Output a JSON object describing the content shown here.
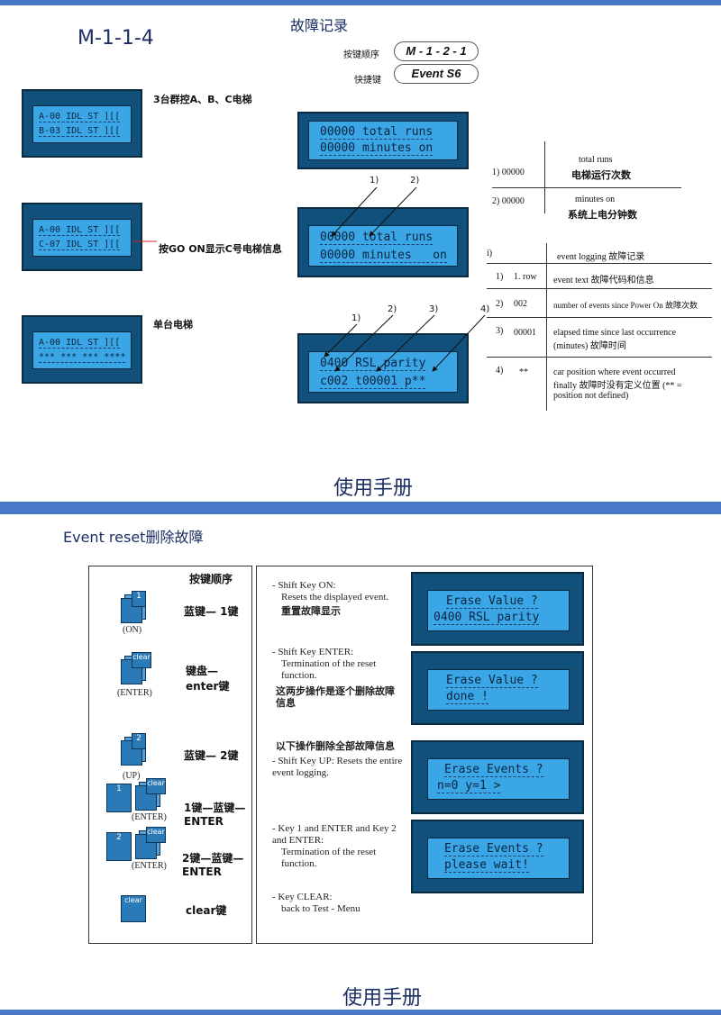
{
  "top": {
    "title_left": "M-1-1-4",
    "title_center": "故障记录",
    "key_seq_label": "按键顺序",
    "key_seq_value": "M - 1 - 2 - 1",
    "shortcut_label": "快捷键",
    "shortcut_value": "Event  S6",
    "lcd1": {
      "line1": "A-00 IDL ST ][[",
      "line2": "B-03 IDL ST ][[",
      "note": "3台群控A、B、C电梯"
    },
    "lcd2": {
      "line1": "A-00 IDL ST ][[",
      "line2": "C-07 IDL ST ][[",
      "note": "按GO ON显示C号电梯信息"
    },
    "lcd3": {
      "line1": "A-00 IDL ST ][[",
      "line2": "*** *** *** ****",
      "note": "单台电梯"
    },
    "lcd4": {
      "line1": "00000 total runs",
      "line2": "00000 minutes on"
    },
    "lcd5": {
      "line1": "00000 total runs",
      "line2": "00000 minutes   on"
    },
    "lcd6": {
      "line1": "0400 RSL parity",
      "line2": "c002 t00001 p**"
    },
    "callouts_a": [
      "1)",
      "2)"
    ],
    "callouts_b": [
      "1)",
      "2)",
      "3)",
      "4)"
    ],
    "table1": [
      {
        "num": "1) 00000",
        "desc1": "total  runs",
        "desc2": "电梯运行次数"
      },
      {
        "num": "2) 00000",
        "desc1": "minutes  on",
        "desc2": "系统上电分钟数"
      }
    ],
    "table2_header": {
      "num": "i)",
      "desc": "event logging  故障记录"
    },
    "table2": [
      {
        "num": "1)",
        "val": "1. row",
        "desc": "event text  故障代码和信息"
      },
      {
        "num": "2)",
        "val": "002",
        "desc": "number of events since Power On 故障次数"
      },
      {
        "num": "3)",
        "val": "00001",
        "desc": "elapsed time since last occurrence (minutes)  故障时间"
      },
      {
        "num": "4)",
        "val": "**",
        "desc": "car position where event occurred finally  故障时没有定义位置 (** = position not defined)"
      }
    ],
    "footer": "使用手册"
  },
  "bottom": {
    "section_title": "Event reset删除故障",
    "key_seq_header": "按键顺序",
    "keys": [
      {
        "label": "(ON)",
        "step": "蓝键— 1键"
      },
      {
        "label": "(ENTER)",
        "step": "键盘— enter键"
      },
      {
        "label": "(UP)",
        "step": "蓝键— 2键"
      },
      {
        "label": "(ENTER)",
        "step": "1键—蓝键— ENTER"
      },
      {
        "label": "(ENTER)",
        "step": "2键—蓝键— ENTER"
      },
      {
        "label": "",
        "step": "clear键"
      }
    ],
    "key_glyphs": {
      "k1": "1",
      "k2": "2",
      "clear": "clear"
    },
    "descs": [
      {
        "head": "- Shift Key ON:",
        "body": "Resets the displayed event.",
        "cn": "重置故障显示"
      },
      {
        "head": "- Shift Key ENTER:",
        "body": "Termination of the reset function.",
        "cn": "这两步操作是逐个删除故障信息"
      },
      {
        "head": "以下操作删除全部故障信息",
        "body": "- Shift Key UP: Resets the entire event logging.",
        "cn": ""
      },
      {
        "head": "- Key 1 and ENTER  and Key 2 and ENTER:",
        "body": "Termination of the reset function.",
        "cn": ""
      },
      {
        "head": "- Key CLEAR:",
        "body": "back to Test - Menu",
        "cn": ""
      }
    ],
    "lcds": [
      {
        "line1": "Erase Value ?",
        "line2": "0400 RSL parity"
      },
      {
        "line1": "Erase Value ?",
        "line2": "done !"
      },
      {
        "line1": "Erase Events ?",
        "line2": "n=0 y=1 >"
      },
      {
        "line1": "Erase Events ?",
        "line2": "please wait!"
      }
    ],
    "footer": "使用手册"
  },
  "colors": {
    "accent_bar": "#4a78c8",
    "lcd_frame": "#10507a",
    "lcd_screen": "#3aa6e6"
  }
}
